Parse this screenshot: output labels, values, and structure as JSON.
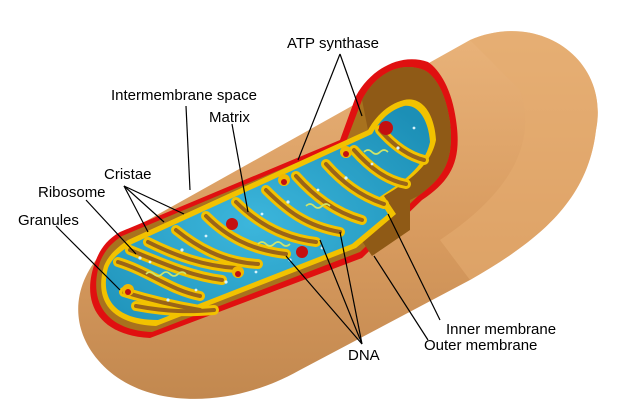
{
  "labels": {
    "atp_synthase": "ATP synthase",
    "intermembrane_space": "Intermembrane space",
    "matrix": "Matrix",
    "cristae": "Cristae",
    "ribosome": "Ribosome",
    "granules": "Granules",
    "inner_membrane": "Inner membrane",
    "outer_membrane": "Outer membrane",
    "dna": "DNA"
  },
  "colors": {
    "outer_body": "#d9a067",
    "outer_body_light": "#f0c28e",
    "outer_body_dark": "#b97c45",
    "outer_membrane": "#e01010",
    "intermembrane_space": "#a8721e",
    "inner_membrane": "#f2c200",
    "matrix": "#1f9fc6",
    "matrix_light": "#5fc6e6",
    "granule": "#f2b800",
    "ribosome": "#c41010",
    "dna": "#c8e060"
  }
}
